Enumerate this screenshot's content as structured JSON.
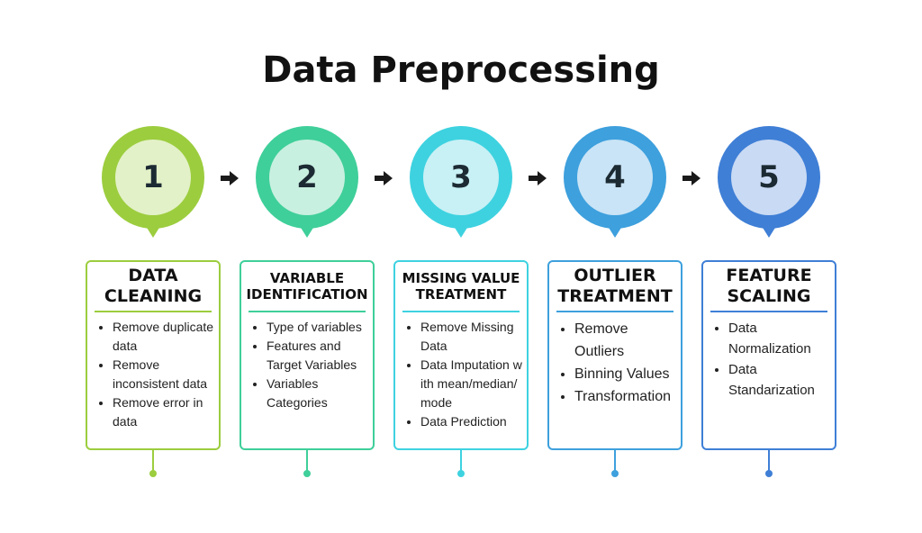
{
  "title": "Data Preprocessing",
  "colors": {
    "step1": "#9ccd3e",
    "step2": "#3fcf9a",
    "step3": "#3ed2e0",
    "step4": "#3ea0dd",
    "step5": "#3f7fd6",
    "arrow": "#1a1a1a"
  },
  "steps": [
    {
      "number": "1",
      "heading": "DATA CLEANING",
      "items": [
        "Remove duplicate data",
        "Remove inconsistent data",
        "Remove error in data"
      ]
    },
    {
      "number": "2",
      "heading": "VARIABLE IDENTIFICATION",
      "items": [
        "Type of variables",
        "Features and Target Variables",
        "Variables Categories"
      ]
    },
    {
      "number": "3",
      "heading": "MISSING VALUE TREATMENT",
      "items": [
        "Remove Missing Data",
        "Data Imputation with mean/median/mode",
        "Data Prediction"
      ]
    },
    {
      "number": "4",
      "heading": "OUTLIER TREATMENT",
      "items": [
        "Remove Outliers",
        "Binning Values",
        "Transformation"
      ]
    },
    {
      "number": "5",
      "heading": "FEATURE SCALING",
      "items": [
        "Data Normalization",
        "Data Standarization"
      ]
    }
  ]
}
